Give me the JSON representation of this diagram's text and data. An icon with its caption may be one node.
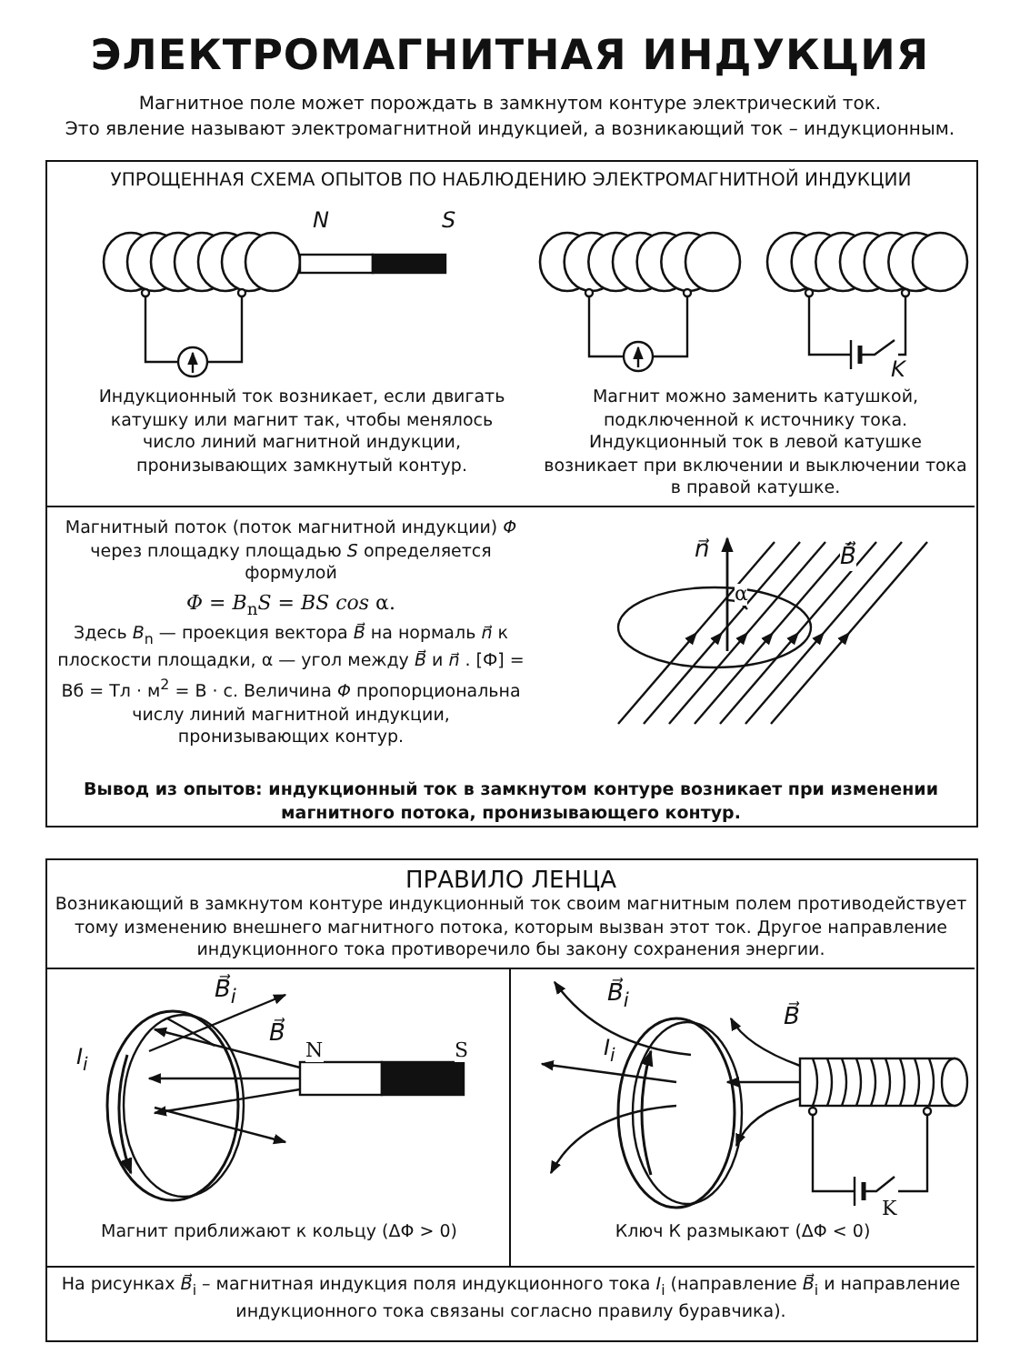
{
  "diagram": {
    "title": "ЭЛЕКТРОМАГНИТНАЯ ИНДУКЦИЯ",
    "nodes": [
      {
        "text": [
          "УПРОЩЕННАЯ СХЕМА ОПЫТОВ ПО НАБЛЮДЕНИЮ ЭЛЕКТРОМАГНИТНОЙ ИНДУКЦИИ"
        ]
      },
      {
        "text": [
          "Индукционный ток возникает, если двигать катушку или магнит так, чтобы менялось число линий магнитной индукции, пронизывающих замкнутый контур.",
          "Магнит можно заменить катушкой, подключенной к источнику тока. Индукционный ток в левой катушке возникает при включении и выключении тока в правой катушке."
        ],
        "in": 0
      },
      {
        "text": [
          "Магнитный поток (поток магнитной индукции) *Φ* через площадку площадью *S* определяется формулой",
          "*Φ* = *B*$_{n}$*S* = *BS cos* α.",
          "Здесь *B*$_{n}$ — проекция вектора *B⃗* на нормаль *n⃗* к плоскости площадки, α — угол между *B⃗* и *n⃗* . [Ф] = Вб = Тл · м$^{2}$ = В · с. Величина *Φ* пропорциональна числу линий магнитной индукции, пронизывающих контур.",
          "Вывод из опытов: индукционный ток в замкнутом контуре возникает при изменении магнитного потока, пронизывающего контур."
        ],
        "in": 0
      },
      {
        "text": [
          "ПРАВИЛО ЛЕНЦА",
          "Возникающий в замкнутом контуре индукционный ток своим магнитным полем противодействует тому изменению внешнего магнитного потока, которым вызван этот ток. Другое направление индукционного тока противоречило бы закону сохранения энергии."
        ]
      },
      {
        "text": [
          "Магнит приближают к кольцу (ΔΦ > 0)"
        ],
        "in": 3
      },
      {
        "text": [
          "Ключ К размыкают (ΔΦ < 0)"
        ],
        "in": 3
      },
      {
        "text": [
          "На рисунках *B⃗*$_{i}$ – магнитная индукция поля индукционного тока *I*$_{i}$ (направление *B⃗*$_{i}$ и направление индукционного тока связаны согласно правилу буравчика)."
        ],
        "in": 3
      }
    ],
    "labels": [
      "Магнитное поле может порождать в замкнутом контуре электрический ток.",
      "Это явление называют электромагнитной индукцией, а возникающий ток – индукционным.",
      "N",
      "S",
      "K",
      "n⃗",
      "B⃗",
      "α",
      "B⃗$_{i}$",
      "B⃗",
      "I$_{i}$",
      "N",
      "S",
      "B⃗$_{i}$",
      "I$_{i}$",
      "B⃗",
      "K"
    ]
  }
}
